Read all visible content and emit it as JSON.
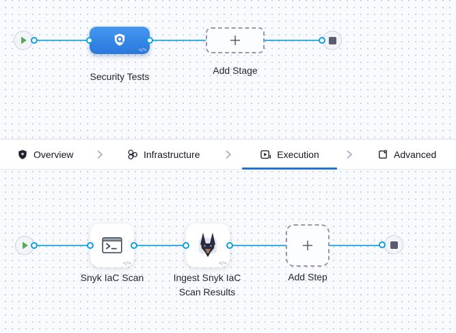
{
  "colors": {
    "connector": "#36afe8",
    "stage_node_blue_top": "#4598f1",
    "stage_node_blue_bottom": "#2a77dc",
    "active_tab_underline": "#2273cf",
    "play_green": "#58ad58",
    "stop_square_gray": "#5a5c6e"
  },
  "stage_graph": {
    "stage": {
      "label": "Security Tests",
      "icon": "security-shield-icon"
    },
    "add_stage_label": "Add Stage",
    "code_badge": "</>"
  },
  "tab_bar": {
    "active_tab": "Execution",
    "tabs": [
      {
        "label": "Overview",
        "icon": "shield-icon"
      },
      {
        "label": "Infrastructure",
        "icon": "infrastructure-icon"
      },
      {
        "label": "Execution",
        "icon": "execution-icon"
      },
      {
        "label": "Advanced",
        "icon": "advanced-icon"
      }
    ]
  },
  "step_graph": {
    "steps": [
      {
        "label": "Snyk IaC Scan",
        "icon": "terminal-icon"
      },
      {
        "label": "Ingest Snyk IaC Scan Results",
        "icon": "snyk-dog-icon"
      }
    ],
    "add_step_label": "Add Step",
    "code_badge": "</>"
  }
}
